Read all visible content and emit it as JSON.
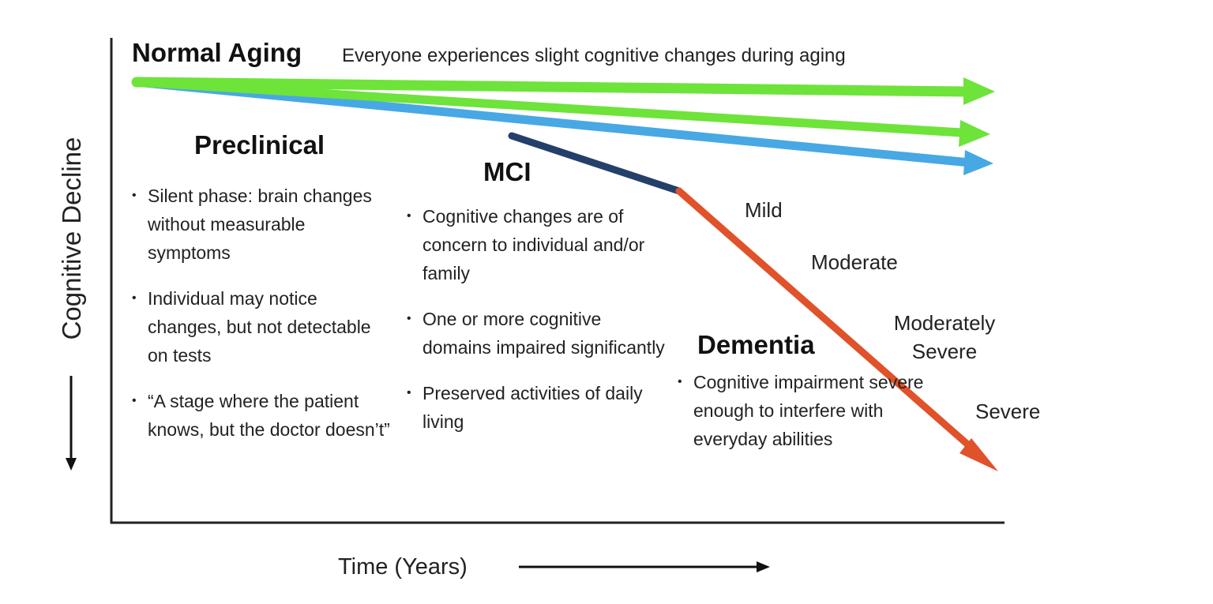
{
  "titles": {
    "normal_aging": "Normal Aging",
    "normal_aging_desc": "Everyone experiences slight cognitive changes during aging",
    "preclinical": "Preclinical",
    "mci": "MCI",
    "dementia": "Dementia"
  },
  "axes": {
    "y_label": "Cognitive Decline",
    "x_label": "Time (Years)"
  },
  "preclinical_bullets": [
    "Silent phase: brain changes without measurable symptoms",
    "Individual may notice changes, but not detectable on tests",
    "“A stage where the patient knows, but the doctor doesn’t”"
  ],
  "mci_bullets": [
    "Cognitive changes are of concern to individual and/or family",
    "One or more cognitive domains impaired significantly",
    "Preserved activities of daily living"
  ],
  "dementia_bullets": [
    "Cognitive impairment severe enough to interfere with everyday abilities"
  ],
  "severity_stages": [
    "Mild",
    "Moderate",
    "Moderately Severe",
    "Severe"
  ],
  "colors": {
    "normal_aging": "#6ee33a",
    "preclinical": "#47a8e4",
    "mci": "#23406a",
    "dementia": "#e0522a",
    "axis": "#222222"
  }
}
